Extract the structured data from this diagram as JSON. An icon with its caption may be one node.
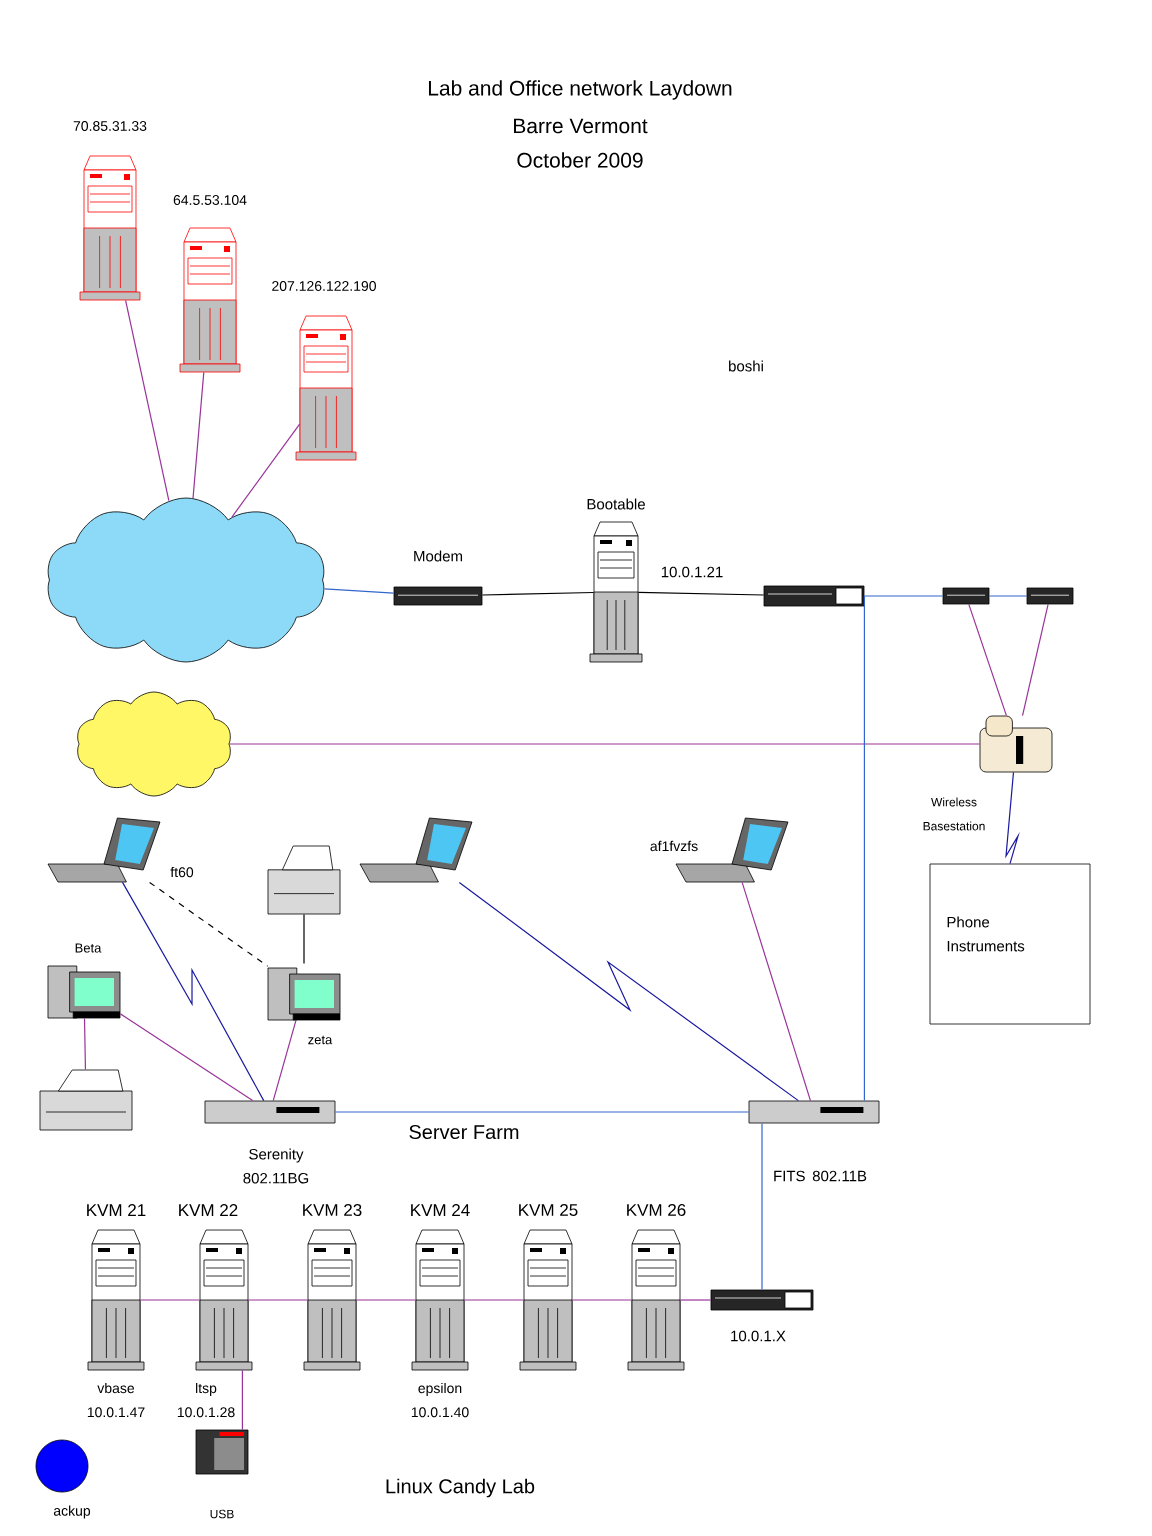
{
  "diagram": {
    "title": "Lab and Office network  Laydown",
    "nodes": [
      {
        "text": [
          "70.85.31.33"
        ]
      },
      {
        "text": [
          "64.5.53.104"
        ]
      },
      {
        "text": [
          "207.126.122.190"
        ]
      },
      {
        "text": [],
        "shape": "cloud"
      },
      {
        "text": [
          "Modem"
        ]
      },
      {
        "text": [
          "Bootable",
          "10.0.1.21"
        ]
      },
      {
        "text": [],
        "shape": "box"
      },
      {
        "text": [],
        "shape": "box"
      },
      {
        "text": [],
        "shape": "box"
      },
      {
        "text": [
          "Wireless Basestation"
        ]
      },
      {
        "text": [],
        "shape": "cloud"
      },
      {
        "text": [
          "ft60"
        ]
      },
      {
        "text": [],
        "shape": "printer"
      },
      {
        "text": [],
        "shape": "laptop"
      },
      {
        "text": [
          "af1fvzfs"
        ]
      },
      {
        "text": [
          "Phone Instruments"
        ]
      },
      {
        "text": [
          "Beta"
        ]
      },
      {
        "text": [
          "zeta"
        ]
      },
      {
        "text": [],
        "shape": "printer"
      },
      {
        "text": [
          "Serenity 802.11BG"
        ]
      },
      {
        "text": [
          "FITS 802.11B"
        ]
      },
      {
        "text": [
          "KVM 21",
          "vbase 10.0.1.47"
        ]
      },
      {
        "text": [
          "KVM 22",
          "ltsp 10.0.1.28"
        ]
      },
      {
        "text": [
          "KVM 23"
        ]
      },
      {
        "text": [
          "KVM 24",
          "epsilon 10.0.1.40"
        ]
      },
      {
        "text": [
          "KVM 25"
        ]
      },
      {
        "text": [
          "KVM 26"
        ]
      },
      {
        "text": [
          "10.0.1.X"
        ]
      },
      {
        "text": [
          "ackup"
        ]
      },
      {
        "text": [
          "USB"
        ]
      }
    ],
    "edges": [
      {
        "from": 0,
        "to": 3,
        "arrow": "none"
      },
      {
        "from": 1,
        "to": 3,
        "arrow": "none"
      },
      {
        "from": 2,
        "to": 3,
        "arrow": "none"
      },
      {
        "from": 3,
        "to": 4,
        "arrow": "none",
        "color": "#3366cc"
      },
      {
        "from": 4,
        "to": 5,
        "arrow": "none",
        "color": "#000000"
      },
      {
        "from": 5,
        "to": 6,
        "arrow": "none",
        "color": "#000000"
      },
      {
        "from": 6,
        "to": 7,
        "arrow": "none",
        "color": "#3366cc"
      },
      {
        "from": 7,
        "to": 8,
        "arrow": "none",
        "color": "#3366cc"
      },
      {
        "from": 7,
        "to": 9,
        "arrow": "none"
      },
      {
        "from": 8,
        "to": 9,
        "arrow": "none"
      },
      {
        "from": 10,
        "to": 9,
        "arrow": "none"
      },
      {
        "from": 9,
        "to": 15,
        "arrow": "none",
        "color": "#1a1aa0"
      },
      {
        "from": 6,
        "to": 20,
        "arrow": "none",
        "color": "#3366cc"
      },
      {
        "from": 11,
        "to": 19,
        "arrow": "none",
        "color": "#1a1aa0"
      },
      {
        "from": 11,
        "to": 17,
        "arrow": "none",
        "style": "dashed",
        "color": "#000000"
      },
      {
        "from": 12,
        "to": 17,
        "arrow": "none",
        "color": "#000000"
      },
      {
        "from": 13,
        "to": 20,
        "arrow": "none",
        "color": "#1a1aa0"
      },
      {
        "from": 14,
        "to": 20,
        "arrow": "none"
      },
      {
        "from": 16,
        "to": 19,
        "arrow": "none"
      },
      {
        "from": 16,
        "to": 18,
        "arrow": "none"
      },
      {
        "from": 17,
        "to": 19,
        "arrow": "none"
      },
      {
        "from": 19,
        "to": 20,
        "arrow": "none",
        "color": "#3366cc"
      },
      {
        "from": 20,
        "to": 27,
        "arrow": "none",
        "color": "#3366cc"
      },
      {
        "from": 21,
        "to": 22,
        "arrow": "none"
      },
      {
        "from": 22,
        "to": 23,
        "arrow": "none"
      },
      {
        "from": 23,
        "to": 24,
        "arrow": "none"
      },
      {
        "from": 24,
        "to": 25,
        "arrow": "none"
      },
      {
        "from": 25,
        "to": 26,
        "arrow": "none"
      },
      {
        "from": 26,
        "to": 27,
        "arrow": "none"
      },
      {
        "from": 22,
        "to": 29,
        "arrow": "none"
      }
    ],
    "labels": [
      "Barre Vermont",
      "October 2009",
      "boshi",
      "Server Farm",
      "Linux Candy Lab"
    ]
  }
}
